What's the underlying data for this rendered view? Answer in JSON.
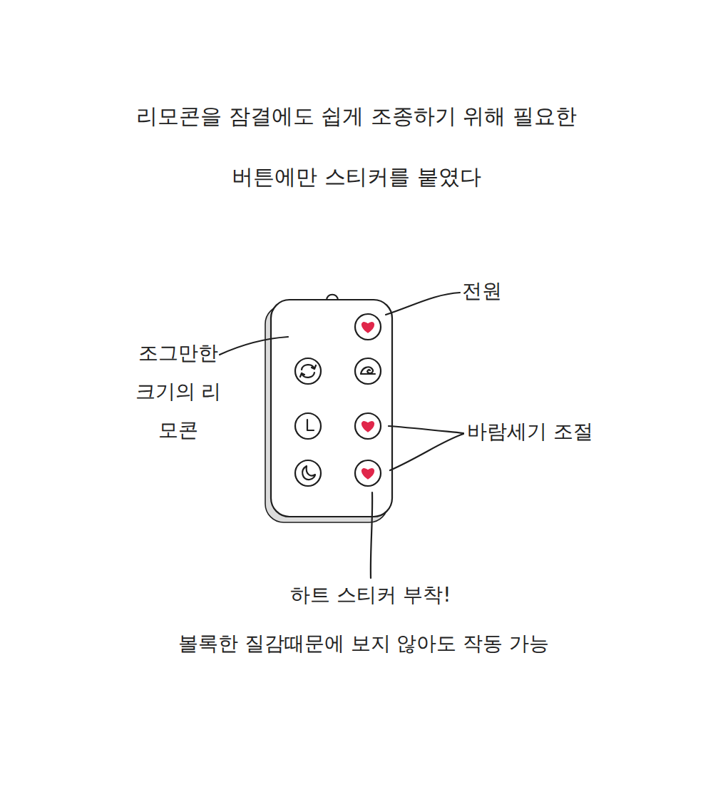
{
  "diagram": {
    "title": "리모콘을 잠결에도 쉽게 조종하기 위해 필요한 버튼에만 스티커를 붙였다",
    "caption": "볼록한 질감때문에 보지 않아도 작동 가능",
    "labels": [
      "전원",
      "조그만한 크기의 리모콘",
      "바람세기 조절",
      "하트 스티커 부착!"
    ]
  }
}
